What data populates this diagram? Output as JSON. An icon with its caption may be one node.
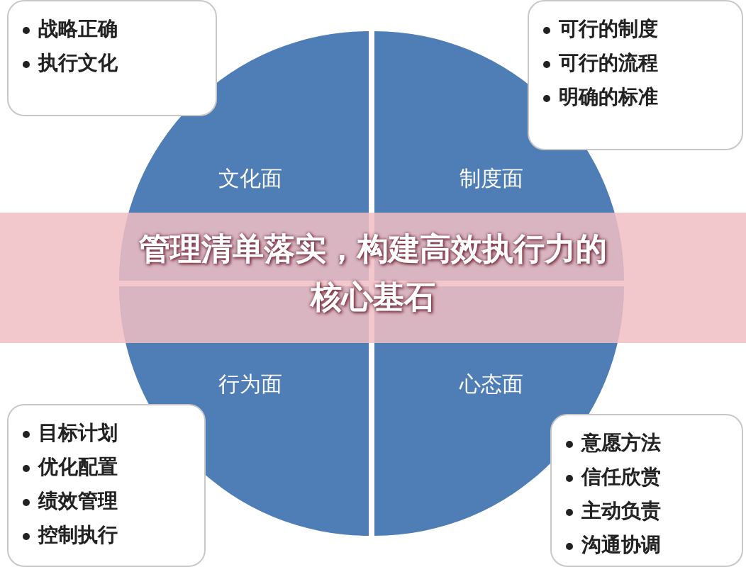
{
  "diagram": {
    "title": "管理清单落实，构建高效执行力的核心基石",
    "nodes": [
      {
        "text": [
          "战略正确",
          "执行文化"
        ]
      },
      {
        "text": [
          "可行的制度",
          "可行的流程",
          "明确的标准"
        ]
      },
      {
        "text": [
          "文化面"
        ]
      },
      {
        "text": [
          "制度面"
        ]
      },
      {
        "text": [
          "行为面"
        ]
      },
      {
        "text": [
          "心态面"
        ]
      },
      {
        "text": [
          "目标计划",
          "优化配置",
          "绩效管理",
          "控制执行"
        ]
      },
      {
        "text": [
          "意愿方法",
          "信任欣赏",
          "主动负责",
          "沟通协调"
        ]
      }
    ],
    "edges": []
  }
}
